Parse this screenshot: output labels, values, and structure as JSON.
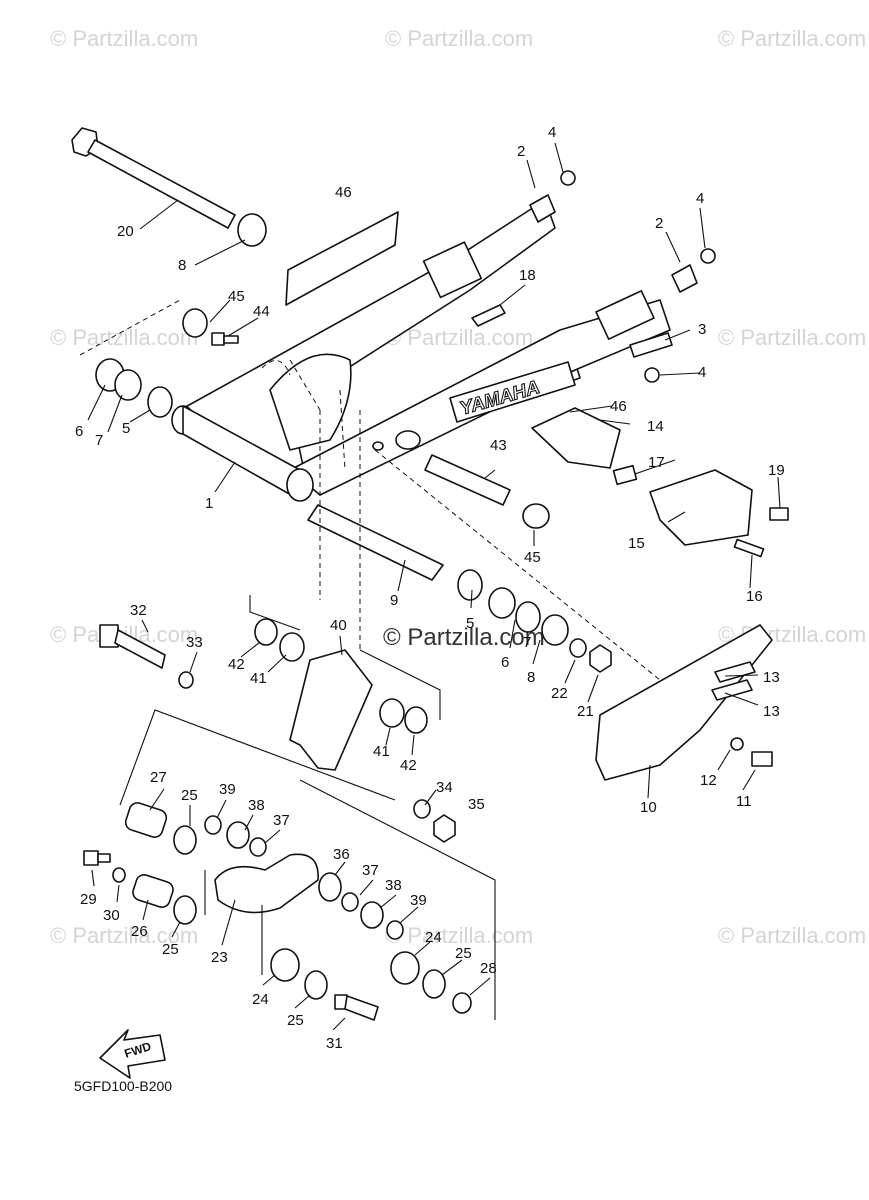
{
  "watermark": "© Partzilla.com",
  "center_watermark": "© Partzilla.com",
  "brand_text": "YAMAHA",
  "fwd_text": "FWD",
  "diagram_code": "5GFD100-B200",
  "callouts": [
    "1",
    "2",
    "2",
    "3",
    "4",
    "4",
    "4",
    "5",
    "5",
    "6",
    "6",
    "7",
    "7",
    "8",
    "8",
    "9",
    "10",
    "11",
    "12",
    "13",
    "13",
    "14",
    "15",
    "16",
    "17",
    "18",
    "19",
    "20",
    "21",
    "22",
    "23",
    "24",
    "24",
    "25",
    "25",
    "25",
    "25",
    "26",
    "27",
    "28",
    "29",
    "30",
    "31",
    "32",
    "33",
    "34",
    "35",
    "36",
    "37",
    "37",
    "38",
    "38",
    "39",
    "39",
    "40",
    "41",
    "41",
    "42",
    "42",
    "43",
    "44",
    "45",
    "45",
    "46",
    "46"
  ]
}
